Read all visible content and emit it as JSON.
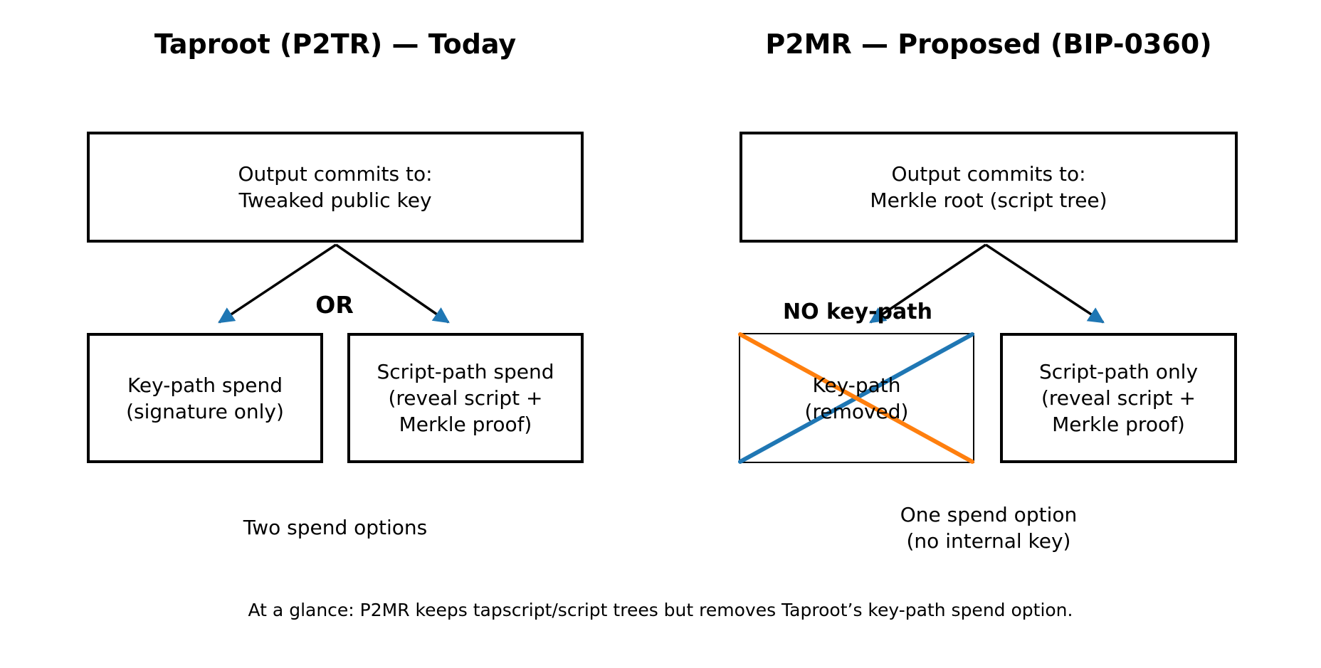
{
  "left": {
    "title": "Taproot (P2TR) — Today",
    "top_box": [
      "Output commits to:",
      "Tweaked public key"
    ],
    "or_label": "OR",
    "keypath_box": [
      "Key-path spend",
      "(signature only)"
    ],
    "scriptpath_box": [
      "Script-path spend",
      "(reveal script +",
      "Merkle proof)"
    ],
    "caption": [
      "Two spend options"
    ]
  },
  "right": {
    "title": "P2MR — Proposed (BIP-0360)",
    "top_box": [
      "Output commits to:",
      "Merkle root (script tree)"
    ],
    "no_keypath_label": "NO key-path",
    "removed_box": [
      "Key-path",
      "(removed)"
    ],
    "scriptonly_box": [
      "Script-path only",
      "(reveal script +",
      "Merkle proof)"
    ],
    "caption": [
      "One spend option",
      "(no internal key)"
    ]
  },
  "footer": "At a glance: P2MR keeps tapscript/script trees but removes Taproot’s key-path spend option.",
  "colors": {
    "arrowhead": "#1f77b4",
    "cross_blue": "#1f77b4",
    "cross_orange": "#ff7f0e",
    "stroke": "#000000"
  }
}
